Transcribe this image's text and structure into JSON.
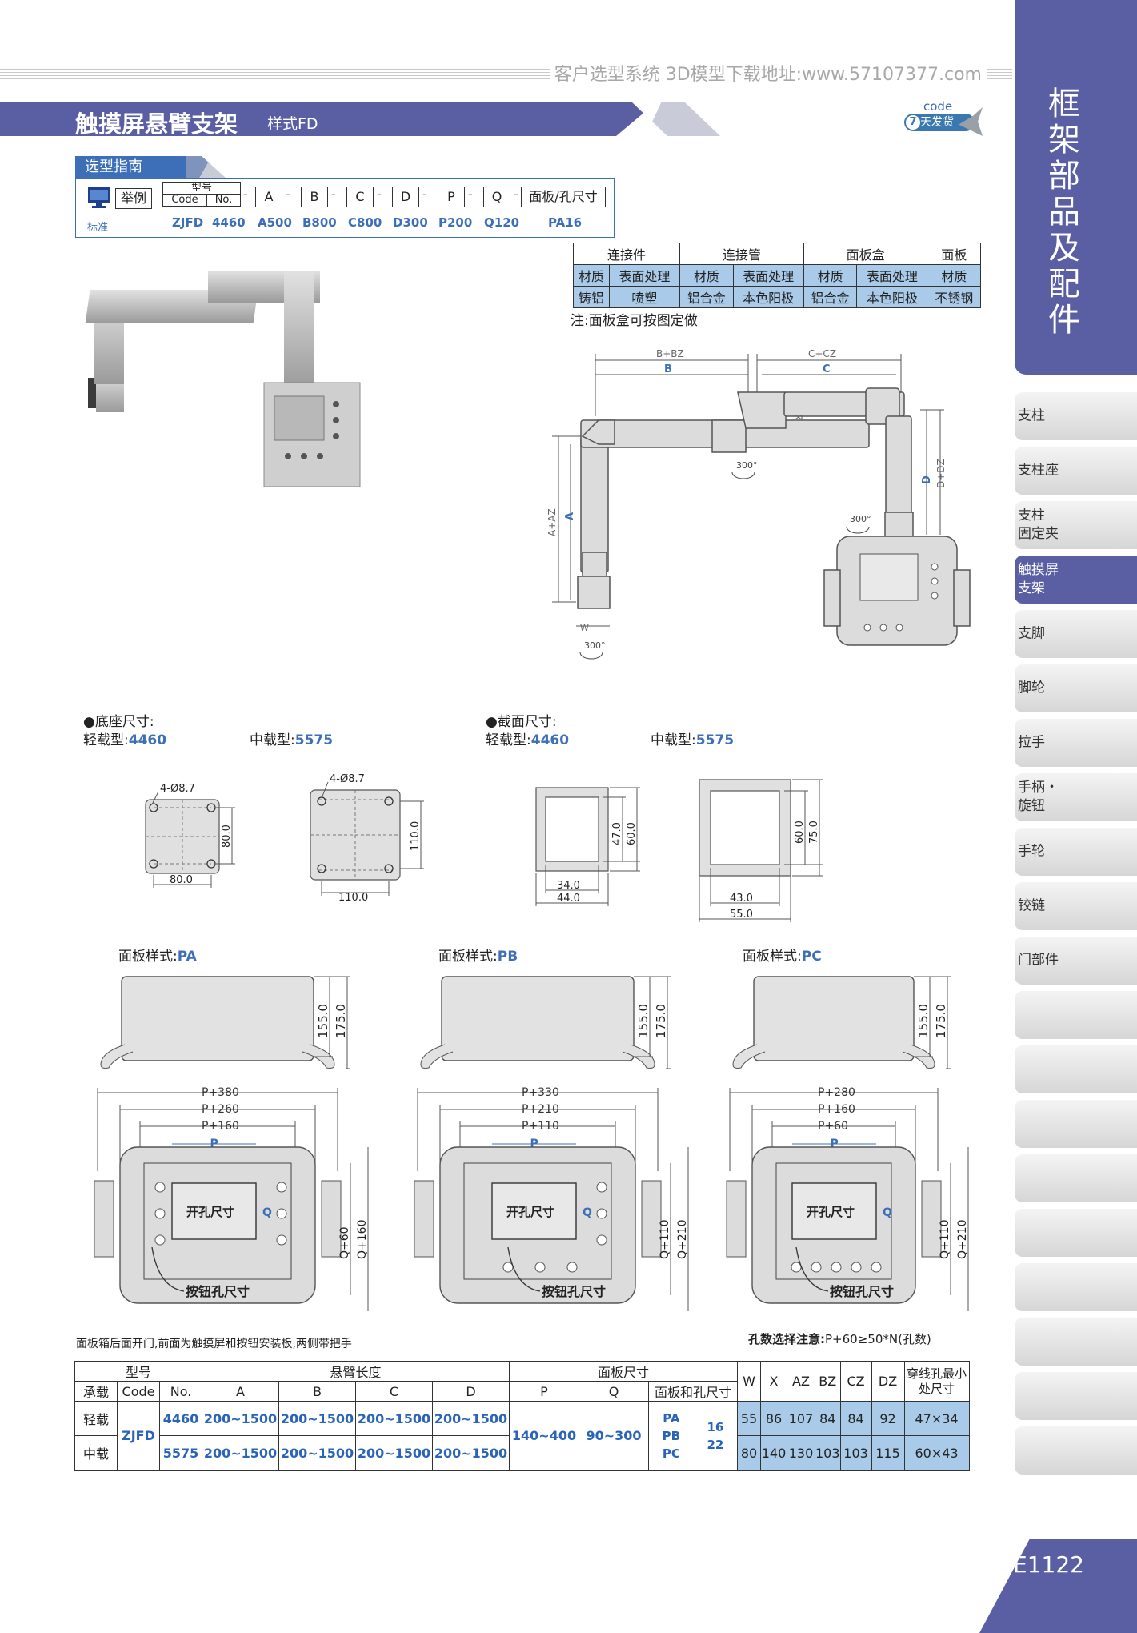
{
  "header": {
    "url_text": "客户选型系统 3D模型下载地址:www.57107377.com"
  },
  "title": {
    "main": "触摸屏悬臂支架",
    "style": "样式FD"
  },
  "badge": {
    "code": "code",
    "num": "7",
    "text": "天发货"
  },
  "side": {
    "title": "框架部品及配件",
    "tabs": [
      "支柱",
      "支柱座",
      "支柱\n固定夹",
      "触摸屏\n支架",
      "支脚",
      "脚轮",
      "拉手",
      "手柄・\n旋钮",
      "手轮",
      "铰链",
      "门部件",
      "",
      "",
      "",
      "",
      "",
      "",
      "",
      "",
      ""
    ],
    "active_index": 3
  },
  "page_number": "E1122",
  "guide": {
    "tab": "选型指南",
    "example_label": "举例",
    "standard_label": "标准",
    "model_label": "型号",
    "code_label": "Code",
    "no_label": "No.",
    "params": [
      "A",
      "B",
      "C",
      "D",
      "P",
      "Q"
    ],
    "panel_label": "面板/孔尺寸",
    "dash": "-",
    "values": {
      "code": "ZJFD",
      "no": "4460",
      "A": "A500",
      "B": "B800",
      "C": "C800",
      "D": "D300",
      "P": "P200",
      "Q": "Q120",
      "panel": "PA16"
    }
  },
  "material": {
    "headers": [
      "连接件",
      "连接管",
      "面板盒",
      "面板"
    ],
    "row1": [
      "材质",
      "表面处理",
      "材质",
      "表面处理",
      "材质",
      "表面处理",
      "材质"
    ],
    "row2": [
      "铸铝",
      "喷塑",
      "铝合金",
      "本色阳极",
      "铝合金",
      "本色阳极",
      "不锈钢"
    ],
    "note": "注:面板盒可按图定做"
  },
  "arm_diagram": {
    "labels": [
      "B+BZ",
      "B",
      "C+CZ",
      "C",
      "X",
      "A+AZ",
      "A",
      "D+DZ",
      "D",
      "W",
      "300°",
      "300°",
      "300°"
    ]
  },
  "base": {
    "title": "●底座尺寸:",
    "light_label": "轻载型:",
    "light_value": "4460",
    "medium_label": "中载型:",
    "medium_value": "5575",
    "hole_small": "4-Ø8.7",
    "hole_large": "4-Ø8.7",
    "dim_small": "80.0",
    "dim_large": "110.0"
  },
  "section": {
    "title": "●截面尺寸:",
    "light_label": "轻载型:",
    "light_value": "4460",
    "medium_label": "中载型:",
    "medium_value": "5575",
    "s_h1": "47.0",
    "s_h2": "60.0",
    "s_w1": "34.0",
    "s_w2": "44.0",
    "l_h1": "60.0",
    "l_h2": "75.0",
    "l_w1": "43.0",
    "l_w2": "55.0"
  },
  "panels": [
    {
      "label": "面板样式:",
      "code": "PA",
      "h1": "155.0",
      "h2": "175.0",
      "w1": "P+380",
      "w2": "P+260",
      "w3": "P+160",
      "p": "P",
      "q1": "Q+60",
      "q2": "Q+160",
      "hole": "开孔尺寸",
      "q": "Q",
      "btn": "按钮孔尺寸"
    },
    {
      "label": "面板样式:",
      "code": "PB",
      "h1": "155.0",
      "h2": "175.0",
      "w1": "P+330",
      "w2": "P+210",
      "w3": "P+110",
      "p": "P",
      "q1": "Q+110",
      "q2": "Q+210",
      "hole": "开孔尺寸",
      "q": "Q",
      "btn": "按钮孔尺寸"
    },
    {
      "label": "面板样式:",
      "code": "PC",
      "h1": "155.0",
      "h2": "175.0",
      "w1": "P+280",
      "w2": "P+160",
      "w3": "P+60",
      "p": "P",
      "q1": "Q+110",
      "q2": "Q+210",
      "hole": "开孔尺寸",
      "q": "Q",
      "btn": "按钮孔尺寸"
    }
  ],
  "panel_note": "面板箱后面开门,前面为触摸屏和按钮安装板,两侧带把手",
  "hole_rule": {
    "label": "孔数选择注意:",
    "formula": "P+60≥50*N(孔数)"
  },
  "spec": {
    "h_model": "型号",
    "h_arm": "悬臂长度",
    "h_panel": "面板尺寸",
    "h_load": "承载",
    "h_code": "Code",
    "h_no": "No.",
    "h_A": "A",
    "h_B": "B",
    "h_C": "C",
    "h_D": "D",
    "h_P": "P",
    "h_Q": "Q",
    "h_panel_hole": "面板和孔尺寸",
    "h_W": "W",
    "h_X": "X",
    "h_AZ": "AZ",
    "h_BZ": "BZ",
    "h_CZ": "CZ",
    "h_DZ": "DZ",
    "h_wire": "穿线孔最小处尺寸",
    "code": "ZJFD",
    "range": "200~1500",
    "p_range": "140~400",
    "q_range": "90~300",
    "panel_types": [
      "PA",
      "PB",
      "PC"
    ],
    "hole_sizes": [
      "16",
      "22"
    ],
    "rows": [
      {
        "load": "轻载",
        "no": "4460",
        "W": "55",
        "X": "86",
        "AZ": "107",
        "BZ": "84",
        "CZ": "84",
        "DZ": "92",
        "wire": "47×34"
      },
      {
        "load": "中载",
        "no": "5575",
        "W": "80",
        "X": "140",
        "AZ": "130",
        "BZ": "103",
        "CZ": "103",
        "DZ": "115",
        "wire": "60×43"
      }
    ]
  }
}
